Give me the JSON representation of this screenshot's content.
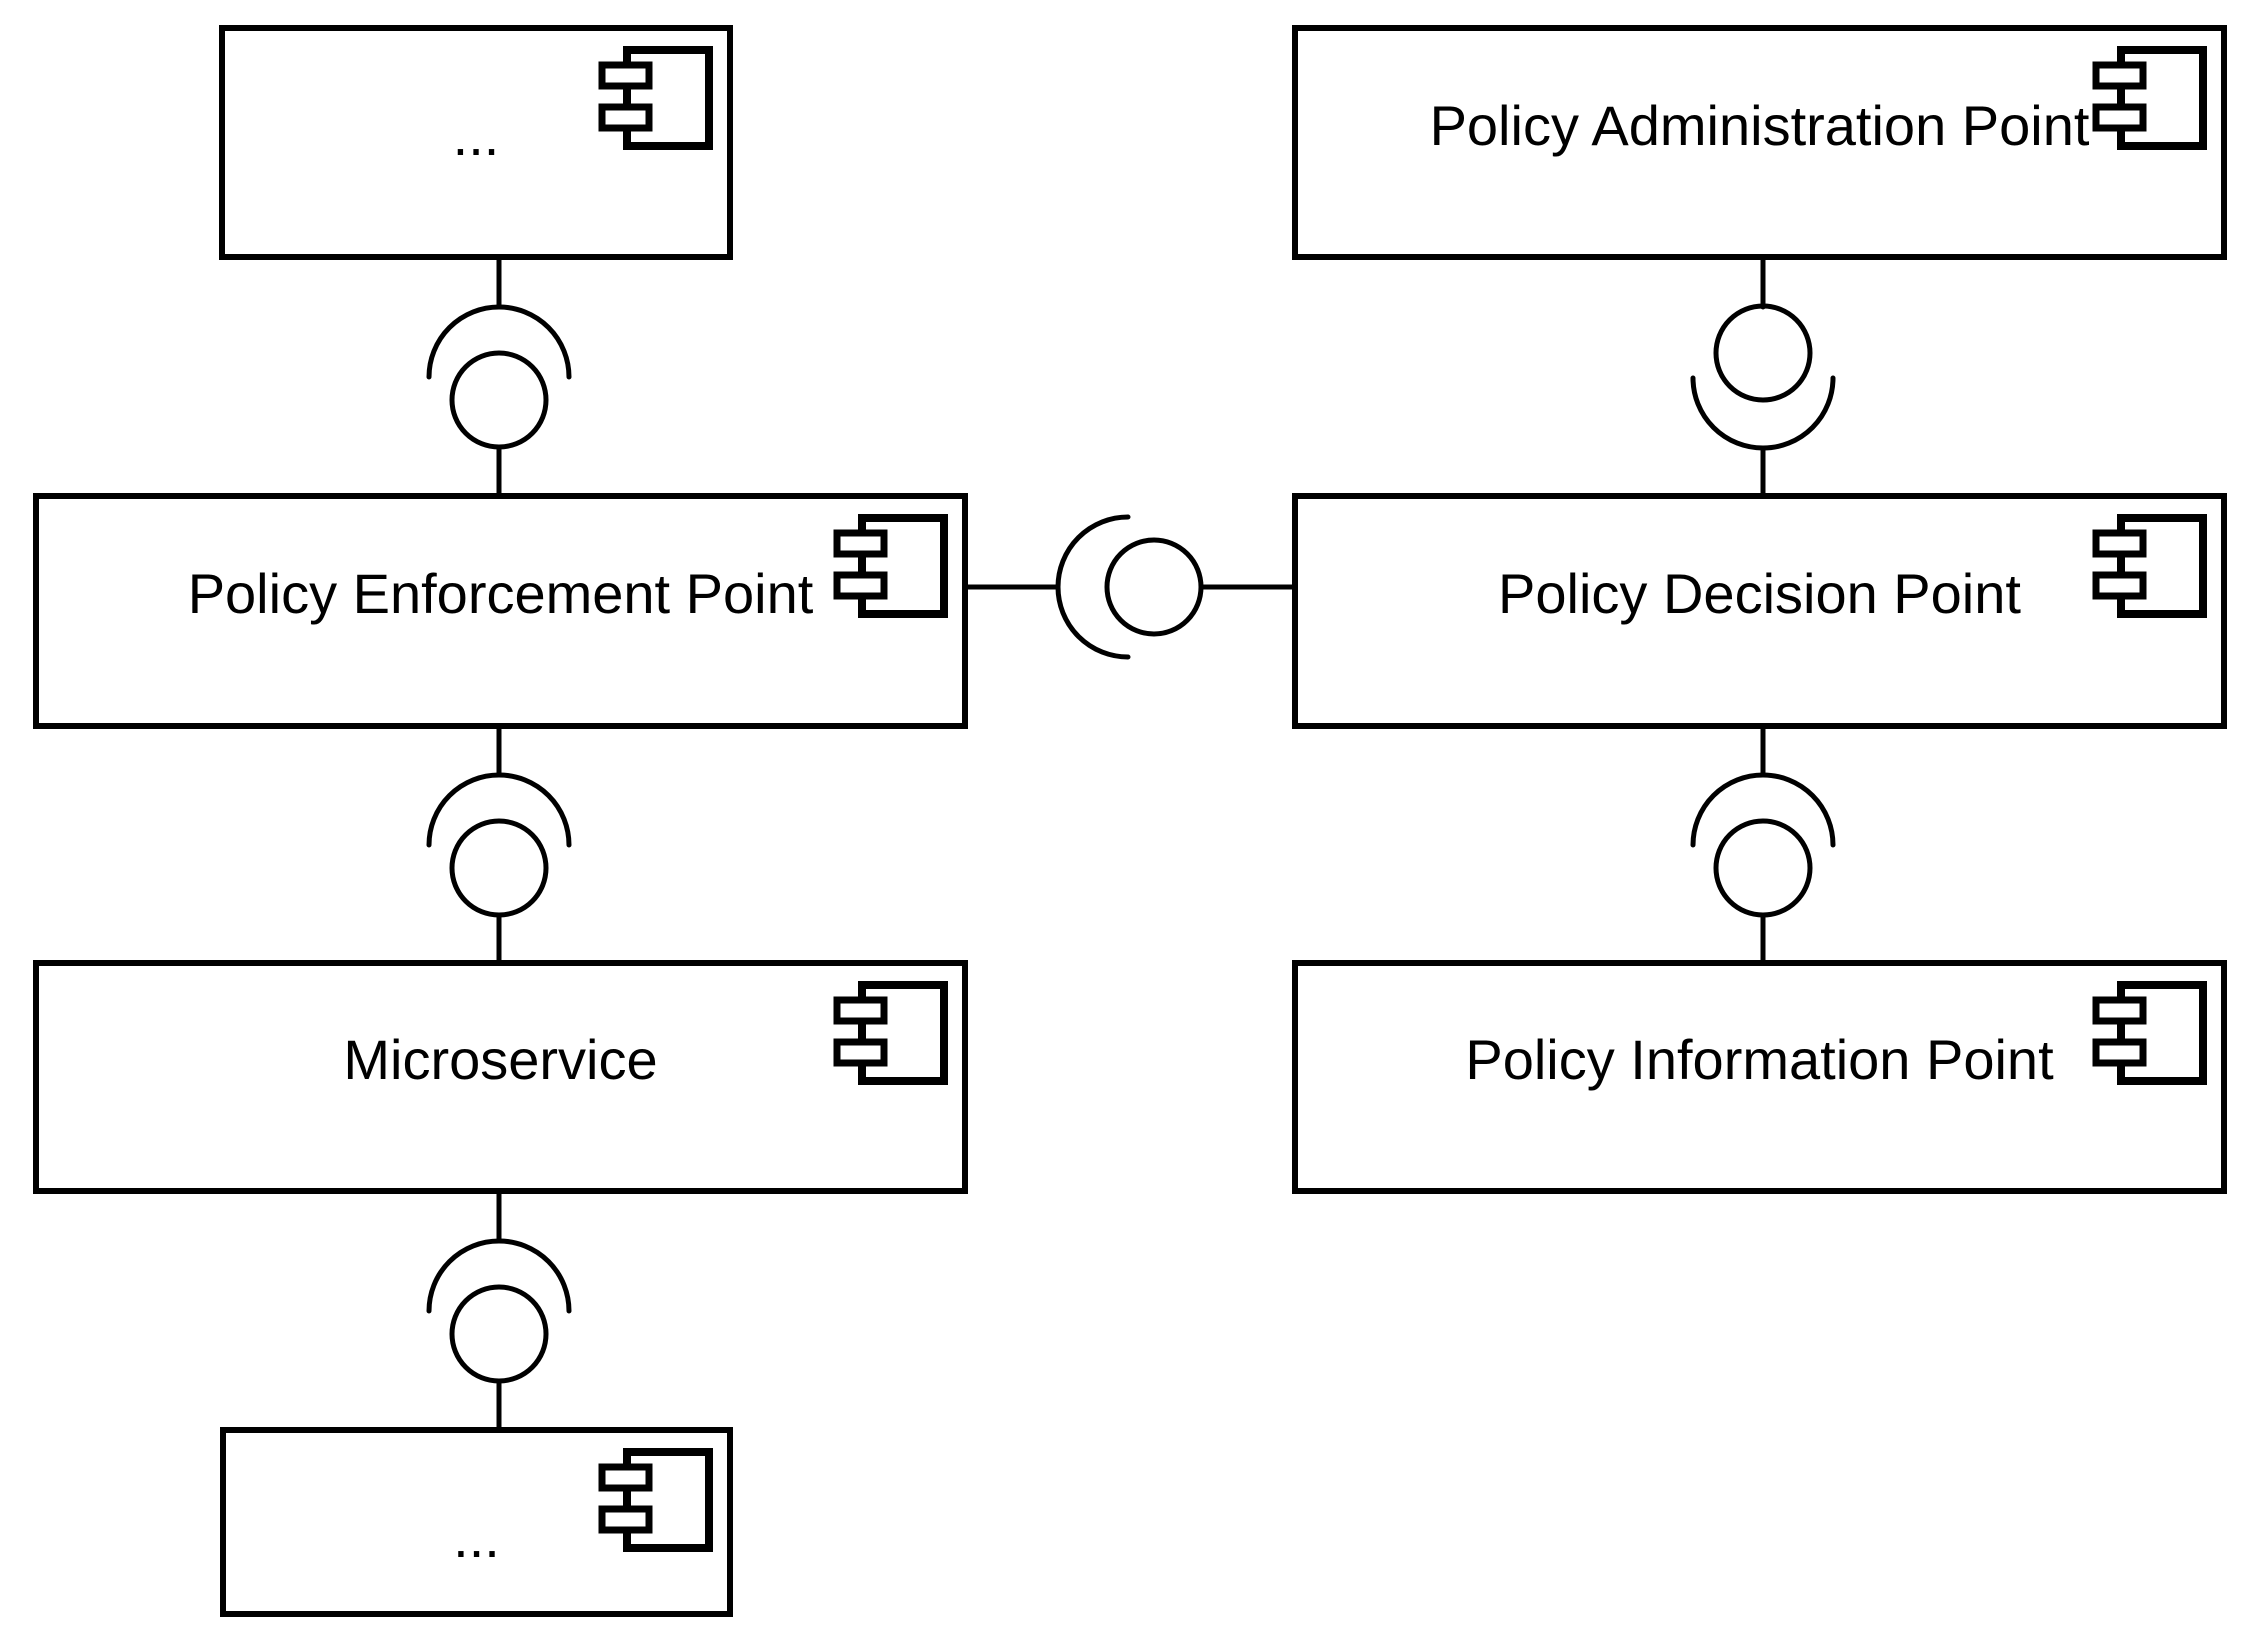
{
  "diagram": {
    "title": "Policy architecture component diagram",
    "type": "uml-component-diagram",
    "colors": {
      "stroke": "#000000",
      "background": "#ffffff"
    }
  },
  "components": {
    "ellipsis_top": {
      "label": "..."
    },
    "pep": {
      "label": "Policy Enforcement Point"
    },
    "microservice": {
      "label": "Microservice"
    },
    "ellipsis_bottom": {
      "label": "..."
    },
    "pap": {
      "label": "Policy Administration Point"
    },
    "pdp": {
      "label": "Policy Decision Point"
    },
    "pip": {
      "label": "Policy Information Point"
    }
  },
  "relations": [
    {
      "consumer": "ellipsis_top",
      "provider": "pep",
      "notation": "ball-and-socket",
      "orientation": "vertical"
    },
    {
      "consumer": "pep",
      "provider": "microservice",
      "notation": "ball-and-socket",
      "orientation": "vertical"
    },
    {
      "consumer": "microservice",
      "provider": "ellipsis_bottom",
      "notation": "ball-and-socket",
      "orientation": "vertical"
    },
    {
      "consumer": "pdp",
      "provider": "pap",
      "notation": "ball-and-socket",
      "orientation": "vertical"
    },
    {
      "consumer": "pdp",
      "provider": "pip",
      "notation": "ball-and-socket",
      "orientation": "vertical"
    },
    {
      "consumer": "pep",
      "provider": "pdp",
      "notation": "ball-and-socket",
      "orientation": "horizontal"
    }
  ]
}
